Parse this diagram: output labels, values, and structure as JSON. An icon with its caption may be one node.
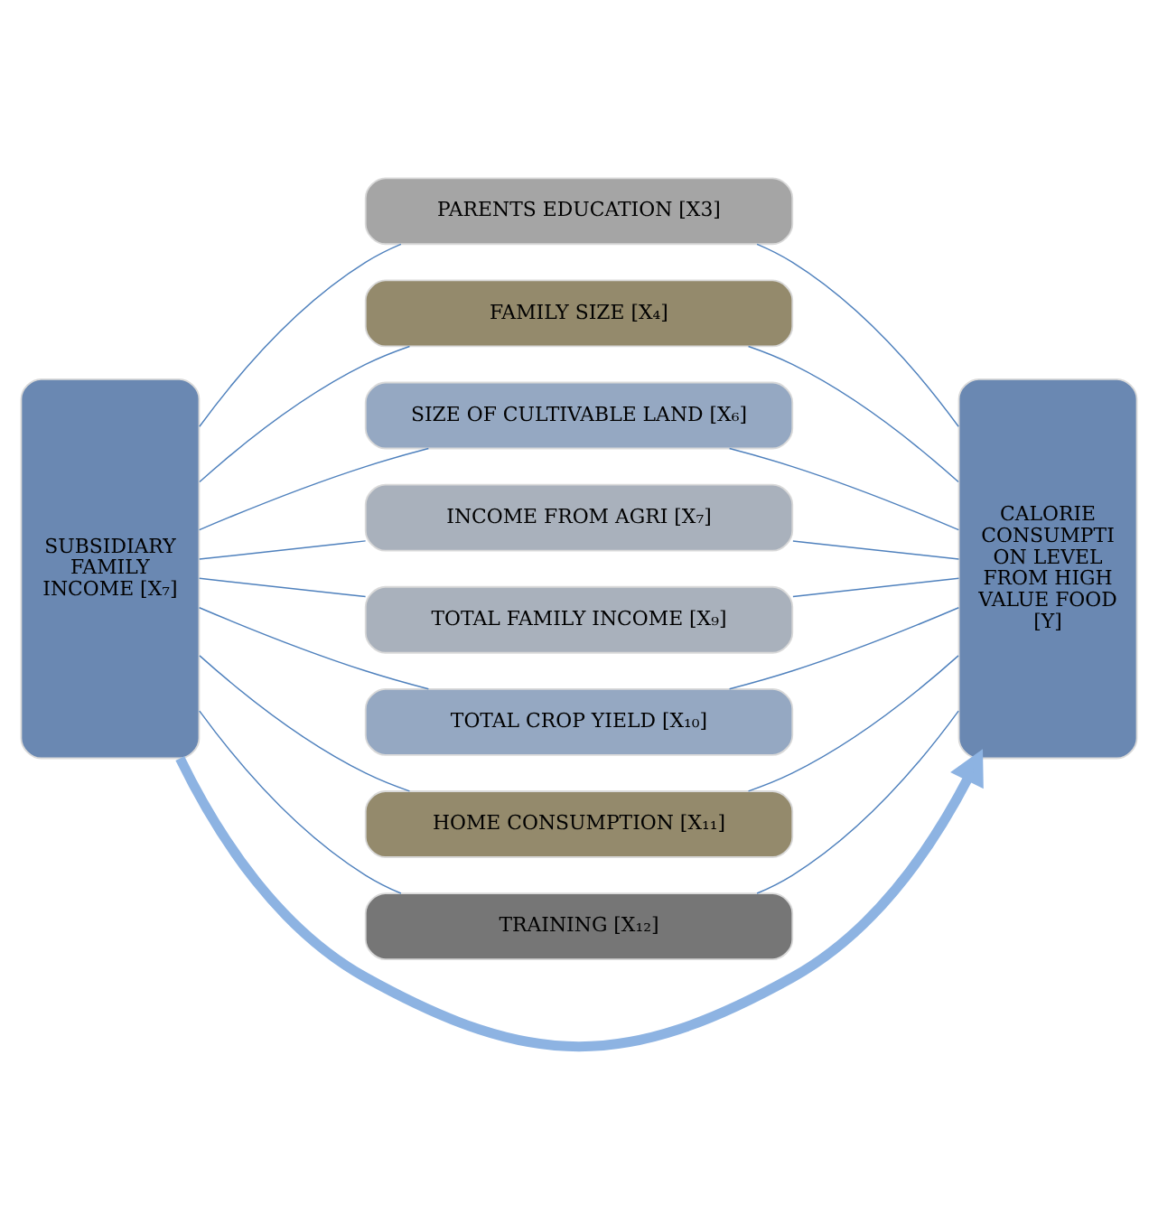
{
  "diagram": {
    "nodes": [
      {
        "text": [
          "PARENTS EDUCATION [X3]"
        ]
      },
      {
        "text": [
          "FAMILY SIZE [X₄]"
        ]
      },
      {
        "text": [
          "SIZE OF CULTIVABLE LAND [X₆]"
        ]
      },
      {
        "text": [
          "SUBSIDIARY FAMILY INCOME [X₇]"
        ]
      },
      {
        "text": [
          "INCOME FROM AGRI [X₇]"
        ]
      },
      {
        "text": [
          "CALORIE CONSUMPTI ON LEVEL FROM HIGH VALUE FOOD [Y]"
        ]
      },
      {
        "text": [
          "TOTAL FAMILY INCOME [X₉]"
        ]
      },
      {
        "text": [
          "TOTAL CROP YIELD [X₁₀]"
        ]
      },
      {
        "text": [
          "HOME CONSUMPTION [X₁₁]"
        ]
      },
      {
        "text": [
          "TRAINING [X₁₂]"
        ]
      }
    ],
    "edges": [
      {
        "from": 3,
        "to": 0,
        "arrow": "none"
      },
      {
        "from": 3,
        "to": 1,
        "arrow": "none"
      },
      {
        "from": 3,
        "to": 2,
        "arrow": "none"
      },
      {
        "from": 3,
        "to": 4,
        "arrow": "none"
      },
      {
        "from": 3,
        "to": 6,
        "arrow": "none"
      },
      {
        "from": 3,
        "to": 7,
        "arrow": "none"
      },
      {
        "from": 3,
        "to": 8,
        "arrow": "none"
      },
      {
        "from": 3,
        "to": 9,
        "arrow": "none"
      },
      {
        "from": 0,
        "to": 5,
        "arrow": "none"
      },
      {
        "from": 1,
        "to": 5,
        "arrow": "none"
      },
      {
        "from": 2,
        "to": 5,
        "arrow": "none"
      },
      {
        "from": 4,
        "to": 5,
        "arrow": "none"
      },
      {
        "from": 6,
        "to": 5,
        "arrow": "none"
      },
      {
        "from": 7,
        "to": 5,
        "arrow": "none"
      },
      {
        "from": 8,
        "to": 5,
        "arrow": "none"
      },
      {
        "from": 9,
        "to": 5,
        "arrow": "none"
      },
      {
        "from": 3,
        "to": 5,
        "arrow": "to",
        "style": "thick",
        "color": "#8db3e2"
      }
    ]
  }
}
